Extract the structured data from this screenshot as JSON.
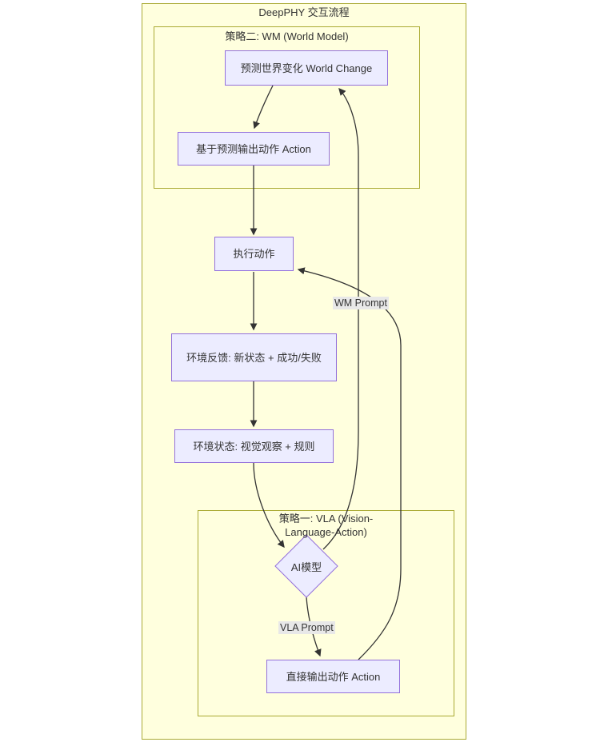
{
  "diagram": {
    "type": "flowchart",
    "clusters": {
      "outer": {
        "title": "DeepPHY 交互流程"
      },
      "wm": {
        "title": "策略二: WM (World Model)"
      },
      "vla": {
        "title": "策略一: VLA (Vision-Language-Action)"
      }
    },
    "nodes": {
      "world_change": {
        "label": "预测世界变化 World Change",
        "shape": "rect"
      },
      "action_pred": {
        "label": "基于预测输出动作 Action",
        "shape": "rect"
      },
      "execute": {
        "label": "执行动作",
        "shape": "rect"
      },
      "feedback": {
        "label": "环境反馈: 新状态 + 成功/失败",
        "shape": "rect"
      },
      "state": {
        "label": "环境状态: 视觉观察 + 规则",
        "shape": "rect"
      },
      "ai_model": {
        "label": "AI模型",
        "shape": "diamond"
      },
      "direct_action": {
        "label": "直接输出动作 Action",
        "shape": "rect"
      }
    },
    "edge_labels": {
      "wm_prompt": "WM Prompt",
      "vla_prompt": "VLA Prompt"
    },
    "edges": [
      {
        "from": "world_change",
        "to": "action_pred",
        "label": ""
      },
      {
        "from": "action_pred",
        "to": "execute",
        "label": ""
      },
      {
        "from": "execute",
        "to": "feedback",
        "label": ""
      },
      {
        "from": "feedback",
        "to": "state",
        "label": ""
      },
      {
        "from": "state",
        "to": "ai_model",
        "label": ""
      },
      {
        "from": "ai_model",
        "to": "world_change",
        "label": "WM Prompt"
      },
      {
        "from": "ai_model",
        "to": "direct_action",
        "label": "VLA Prompt"
      },
      {
        "from": "direct_action",
        "to": "execute",
        "label": ""
      }
    ],
    "colors": {
      "cluster_fill": "#ffffde",
      "cluster_border": "#aaaa33",
      "node_fill": "#ececff",
      "node_border": "#9370db",
      "edge": "#333333",
      "edge_label_bg": "#e8e8e8",
      "text": "#333333",
      "page_bg": "#ffffff"
    }
  }
}
